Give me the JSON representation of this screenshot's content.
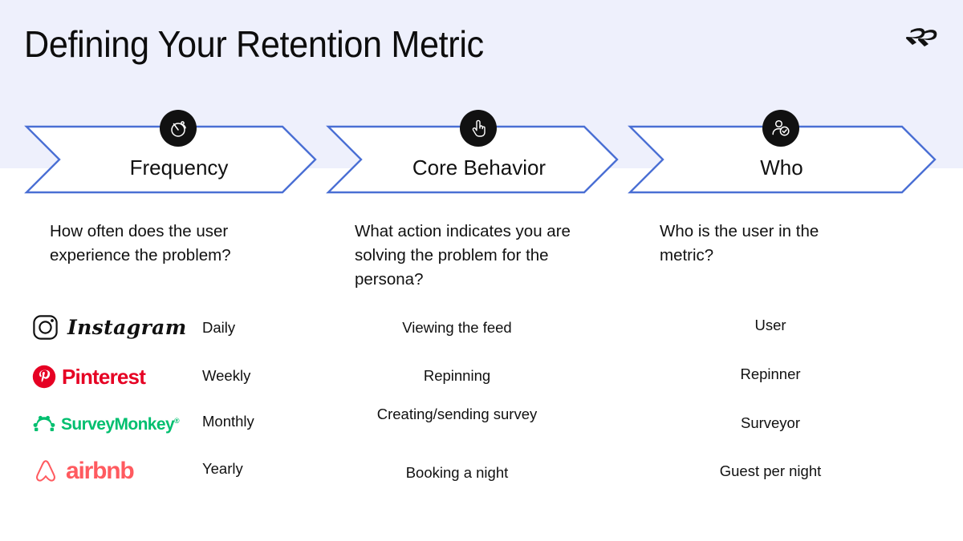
{
  "header": {
    "title": "Defining Your Retention Metric",
    "background_color": "#eef0fc",
    "logo_name": "reforge-r-logo"
  },
  "stages": [
    {
      "label": "Frequency",
      "icon": "stopwatch-icon",
      "question": "How often does the user experience the problem?"
    },
    {
      "label": "Core Behavior",
      "icon": "pointing-hand-icon",
      "question": "What action indicates you are solving the problem for the persona?"
    },
    {
      "label": "Who",
      "icon": "user-check-icon",
      "question": "Who is the user in the metric?"
    }
  ],
  "colors": {
    "chevron_stroke": "#4a6fd4",
    "chevron_fill": "#ffffff",
    "icon_circle": "#111111",
    "instagram": "#111111",
    "pinterest": "#e60023",
    "surveymonkey": "#00bf6f",
    "airbnb": "#ff5a5f"
  },
  "rows": [
    {
      "brand": "Instagram",
      "brand_icon": "instagram-camera-icon",
      "frequency": "Daily",
      "core_behavior": "Viewing the feed",
      "who": "User"
    },
    {
      "brand": "Pinterest",
      "brand_icon": "pinterest-p-icon",
      "frequency": "Weekly",
      "core_behavior": "Repinning",
      "who": "Repinner"
    },
    {
      "brand": "SurveyMonkey",
      "brand_icon": "surveymonkey-monkey-icon",
      "frequency": "Monthly",
      "core_behavior": "Creating/sending survey",
      "who": "Surveyor"
    },
    {
      "brand": "Airbnb",
      "brand_icon": "airbnb-belo-icon",
      "frequency": "Yearly",
      "core_behavior": "Booking a night",
      "who": "Guest per night"
    }
  ],
  "brand_wordmarks": {
    "instagram": "Instagram",
    "pinterest": "Pinterest",
    "surveymonkey": "SurveyMonkey",
    "airbnb": "airbnb"
  }
}
